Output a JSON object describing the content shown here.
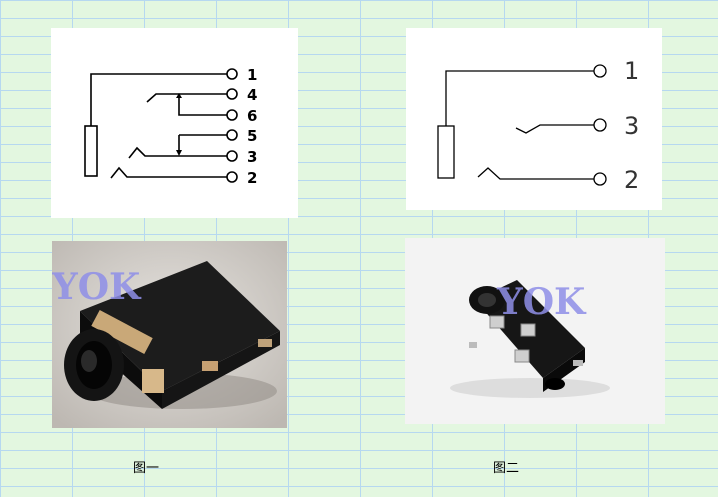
{
  "figure1": {
    "caption": "图一",
    "pins": [
      "1",
      "4",
      "6",
      "5",
      "3",
      "2"
    ],
    "watermark": "YOK"
  },
  "figure2": {
    "caption": "图二",
    "pins": [
      "1",
      "3",
      "2"
    ],
    "watermark": "YOK"
  },
  "colors": {
    "background": "#e3f7e0",
    "grid": "#b6d8f0",
    "watermark": "#8f8fe8"
  }
}
